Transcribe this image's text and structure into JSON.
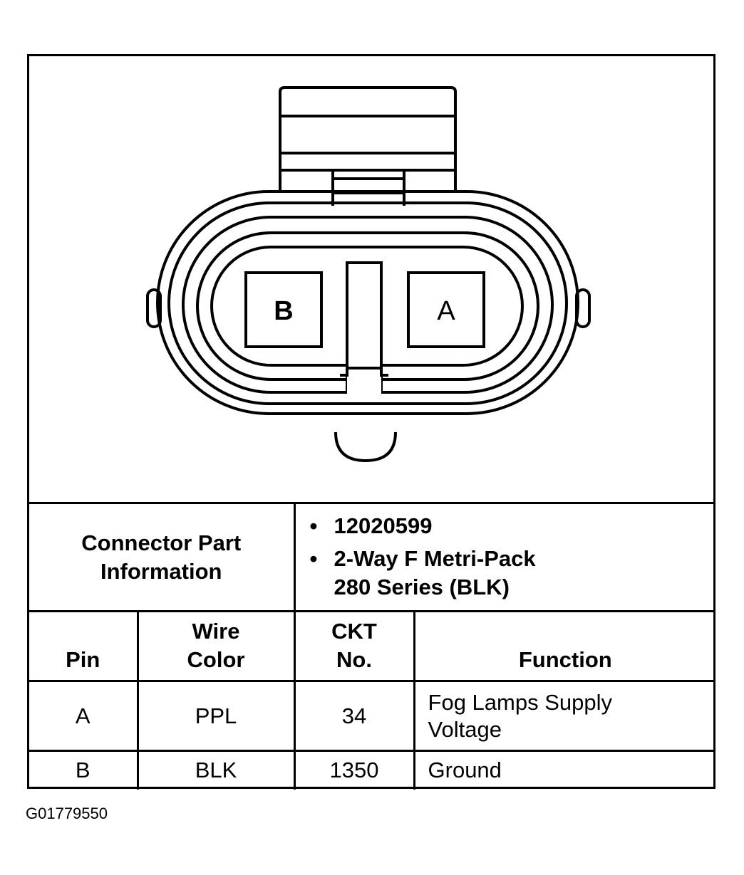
{
  "connector": {
    "cavity_left_label": "B",
    "cavity_right_label": "A"
  },
  "part_info": {
    "label": "Connector Part Information",
    "items": [
      "12020599",
      "2-Way F Metri-Pack 280 Series (BLK)"
    ]
  },
  "table": {
    "headers": {
      "pin": "Pin",
      "wire_color": "Wire Color",
      "ckt_no": "CKT No.",
      "function": "Function"
    },
    "rows": [
      {
        "pin": "A",
        "wire_color": "PPL",
        "ckt_no": "34",
        "function": "Fog Lamps Supply Voltage"
      },
      {
        "pin": "B",
        "wire_color": "BLK",
        "ckt_no": "1350",
        "function": "Ground"
      }
    ]
  },
  "figure_id": "G01779550"
}
